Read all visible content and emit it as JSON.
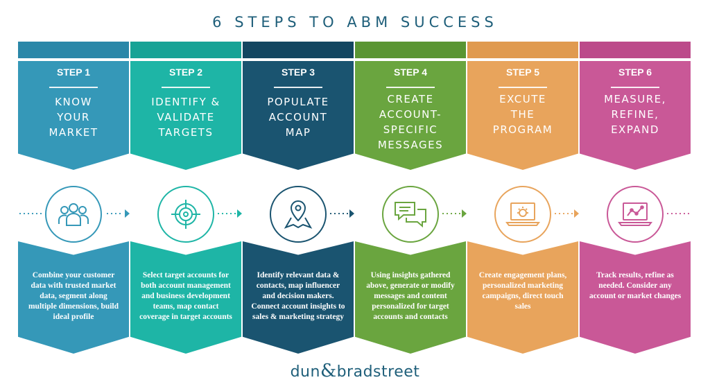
{
  "title": "6 STEPS TO ABM SUCCESS",
  "colors": {
    "step1": "#3598b8",
    "step1_bar": "#2a87a8",
    "step2": "#1eb5a6",
    "step2_bar": "#17a396",
    "step3": "#1a5470",
    "step3_bar": "#134660",
    "step4": "#6aa53f",
    "step4_bar": "#5a9533",
    "step5": "#e8a45c",
    "step5_bar": "#e09a4f",
    "step6": "#c95897",
    "step6_bar": "#bc4a8a",
    "circle_border": "#c8c8c8"
  },
  "steps": [
    {
      "label": "STEP 1",
      "heading": "KNOW\nYOUR\nMARKET",
      "icon": "people-icon",
      "description": "Combine your customer data with trusted market data, segment along multiple dimensions, build ideal profile"
    },
    {
      "label": "STEP 2",
      "heading": "IDENTIFY &\nVALIDATE\nTARGETS",
      "icon": "target-crosshair-icon",
      "description": "Select target accounts for both account management and business development teams, map contact coverage in target accounts"
    },
    {
      "label": "STEP 3",
      "heading": "POPULATE\nACCOUNT\nMAP",
      "icon": "map-pin-icon",
      "description": "Identify relevant data & contacts, map influencer and decision makers. Connect account insights to sales & marketing strategy"
    },
    {
      "label": "STEP 4",
      "heading": "CREATE\nACCOUNT-\nSPECIFIC\nMESSAGES",
      "icon": "chat-bubbles-icon",
      "description": "Using insights gathered above, generate or modify messages and content personalized for target accounts and contacts"
    },
    {
      "label": "STEP 5",
      "heading": "EXCUTE\nTHE\nPROGRAM",
      "icon": "laptop-gear-icon",
      "description": "Create engagement plans, personalized marketing campaigns, direct touch sales"
    },
    {
      "label": "STEP 6",
      "heading": "MEASURE,\nREFINE,\nEXPAND",
      "icon": "laptop-chart-icon",
      "description": "Track results, refine as needed. Consider any account or market changes"
    }
  ],
  "logo": {
    "left": "dun",
    "amp": "&",
    "right": "bradstreet"
  }
}
